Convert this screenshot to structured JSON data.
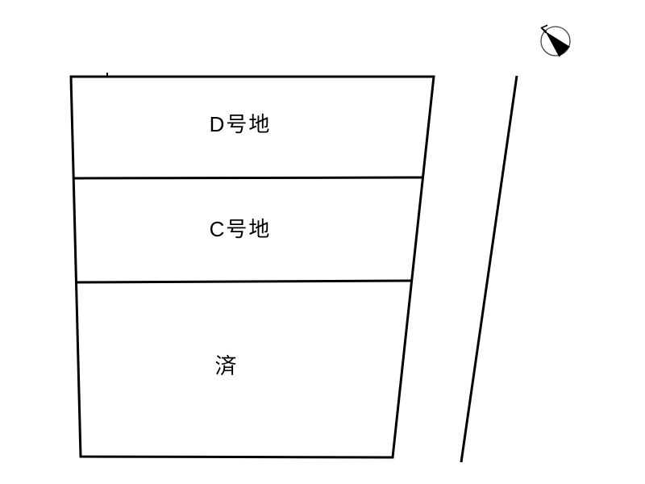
{
  "page": {
    "background": "#ffffff",
    "line_color": "#000000",
    "compass_outline_color": "#444444"
  },
  "diagram": {
    "type": "land-parcel-map",
    "parcels": [
      {
        "label": "D号地"
      },
      {
        "label": "C号地"
      },
      {
        "label": "済"
      }
    ],
    "compass": {
      "icon": "north-arrow-icon",
      "pointing": "upper-left"
    }
  }
}
